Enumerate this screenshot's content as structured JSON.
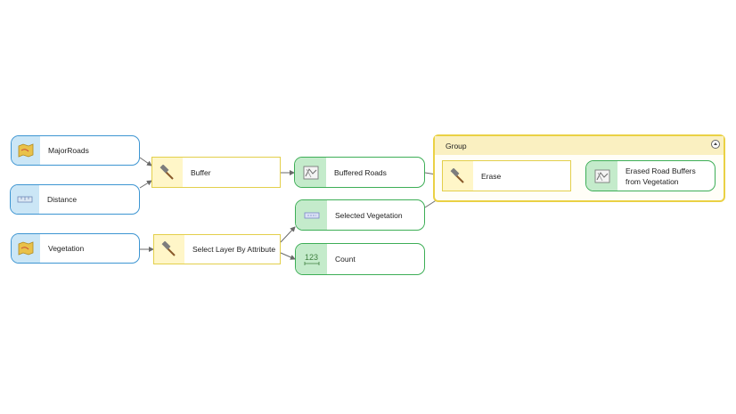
{
  "colors": {
    "input_border": "#3d95d2",
    "input_fill": "#cbe6f6",
    "tool_border": "#e3cf4b",
    "tool_fill": "#fff6c8",
    "output_border": "#3dae56",
    "output_fill": "#c4ebcb",
    "group_border": "#ead144",
    "group_header": "#faf0c1",
    "connector": "#6a6a6a"
  },
  "group": {
    "title": "Group"
  },
  "nodes": {
    "major_roads": {
      "label": "MajorRoads",
      "kind": "input",
      "icon": "feature-class-icon"
    },
    "distance": {
      "label": "Distance",
      "kind": "input",
      "icon": "linear-unit-icon"
    },
    "vegetation": {
      "label": "Vegetation",
      "kind": "input",
      "icon": "feature-class-icon"
    },
    "buffer": {
      "label": "Buffer",
      "kind": "tool",
      "icon": "hammer-icon"
    },
    "select_layer": {
      "label": "Select Layer By Attribute",
      "kind": "tool",
      "icon": "hammer-icon"
    },
    "erase": {
      "label": "Erase",
      "kind": "tool",
      "icon": "hammer-icon"
    },
    "buffered_roads": {
      "label": "Buffered Roads",
      "kind": "output",
      "icon": "polygon-layer-icon"
    },
    "selected_vegetation": {
      "label": "Selected Vegetation",
      "kind": "output",
      "icon": "selection-layer-icon"
    },
    "count": {
      "label": "Count",
      "kind": "output",
      "icon": "count-icon",
      "icon_text": "123"
    },
    "erased_buffers": {
      "label_line1": "Erased Road Buffers",
      "label_line2": "from Vegetation",
      "kind": "output",
      "icon": "polygon-layer-icon"
    }
  }
}
